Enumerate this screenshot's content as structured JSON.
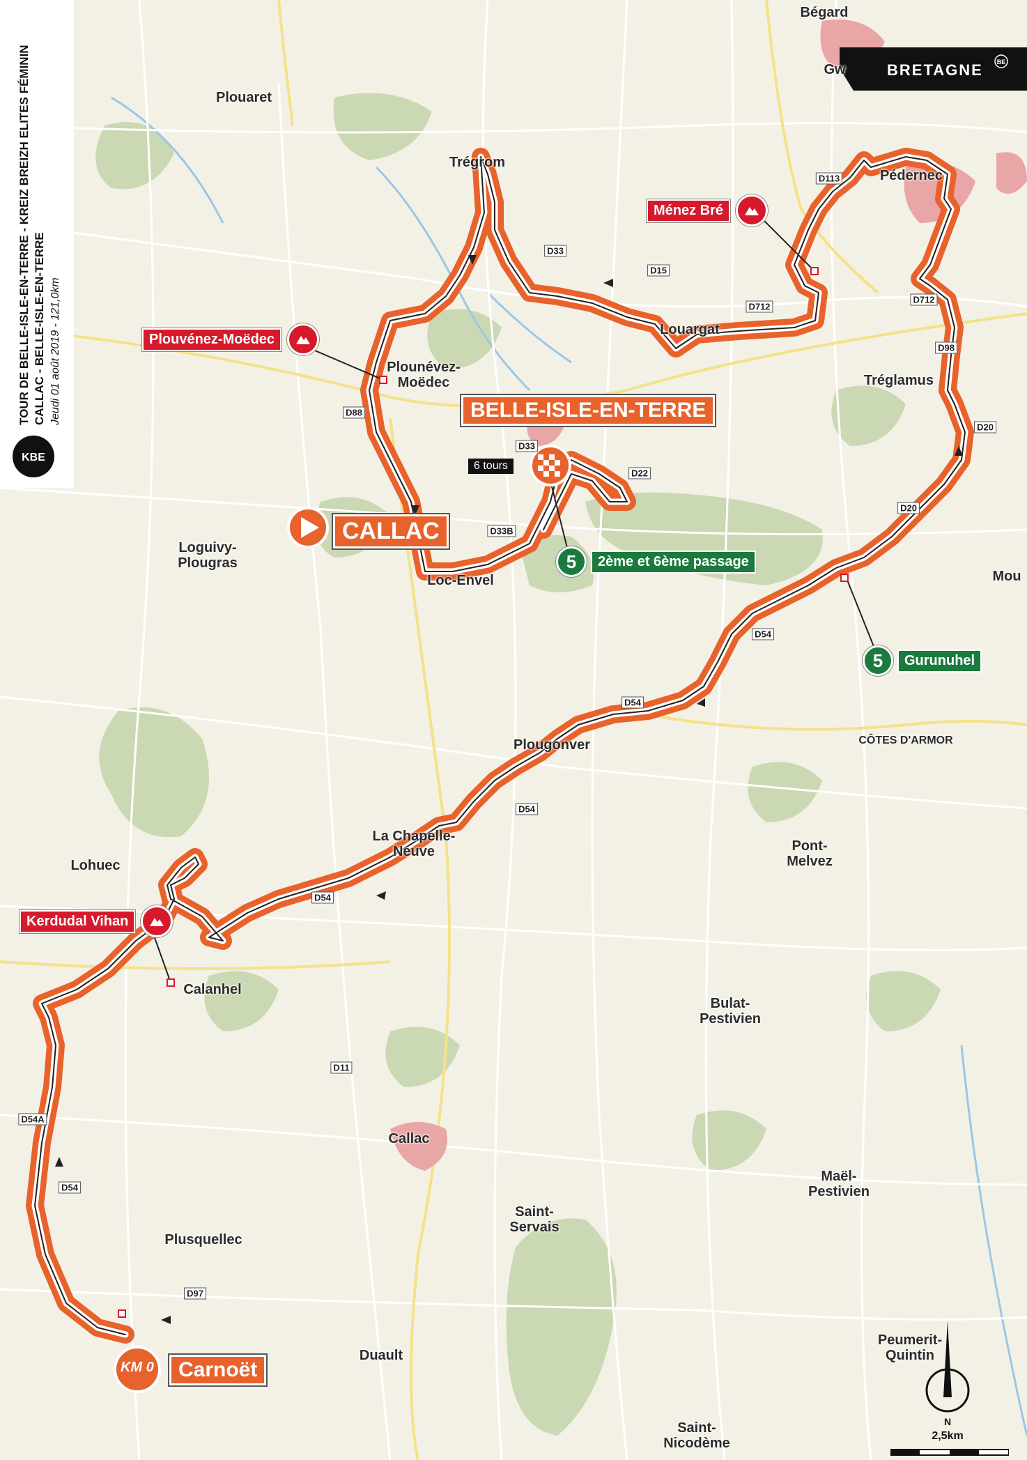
{
  "header": {
    "line1": "TOUR DE BELLE-ISLE-EN-TERRE - KREIZ BREIZH ELITES FÉMININ",
    "line2": "CALLAC - BELLE-ISLE-EN-TERRE",
    "line3": "Jeudi 01 août 2019 - 121,0km",
    "logo_text": "KBE"
  },
  "brand": {
    "name": "BRETAGNE",
    "mark": "BE"
  },
  "finish": {
    "label": "BELLE-ISLE-EN-TERRE",
    "laps": "6 tours"
  },
  "start": {
    "label": "CALLAC"
  },
  "km0": {
    "badge": "KM 0",
    "label": "Carnoët"
  },
  "climbs": [
    {
      "name": "Ménez Bré"
    },
    {
      "name": "Plouvénez-Moëdec"
    },
    {
      "name": "Kerdudal Vihan"
    }
  ],
  "sprints": [
    {
      "icon": "5",
      "label": "2ème et 6ème passage"
    },
    {
      "icon": "5",
      "label": "Gurunuhel"
    }
  ],
  "places": [
    "Bégard",
    "Gw",
    "Plouaret",
    "Trégrom",
    "Pédernec",
    "Louargat",
    "Plounévez-\nMoëdec",
    "Tréglamus",
    "Loguivy-\nPlougras",
    "Loc-Envel",
    "Mou",
    "Plougonver",
    "CÔTES D'ARMOR",
    "La Chapelle-\nNeuve",
    "Pont-\nMelvez",
    "Lohuec",
    "Calanhel",
    "Bulat-\nPestivien",
    "Callac",
    "Maël-\nPestivien",
    "Saint-\nServais",
    "Plusquellec",
    "Duault",
    "Peumerit-\nQuintin",
    "Saint-\nNicodème"
  ],
  "roads": [
    "D113",
    "D33",
    "D15",
    "D712",
    "D712",
    "D98",
    "D20",
    "D20",
    "D88",
    "D33",
    "D22",
    "D33B",
    "D54",
    "D54",
    "D54",
    "D54",
    "D11",
    "D54A",
    "D54",
    "D97"
  ],
  "scale": {
    "label": "2,5km",
    "north": "N"
  },
  "colors": {
    "route": "#e8622c",
    "climb": "#d7192c",
    "sprint": "#1b7a3e",
    "forest": "#c9d6b2",
    "water": "#9cc6e6"
  }
}
